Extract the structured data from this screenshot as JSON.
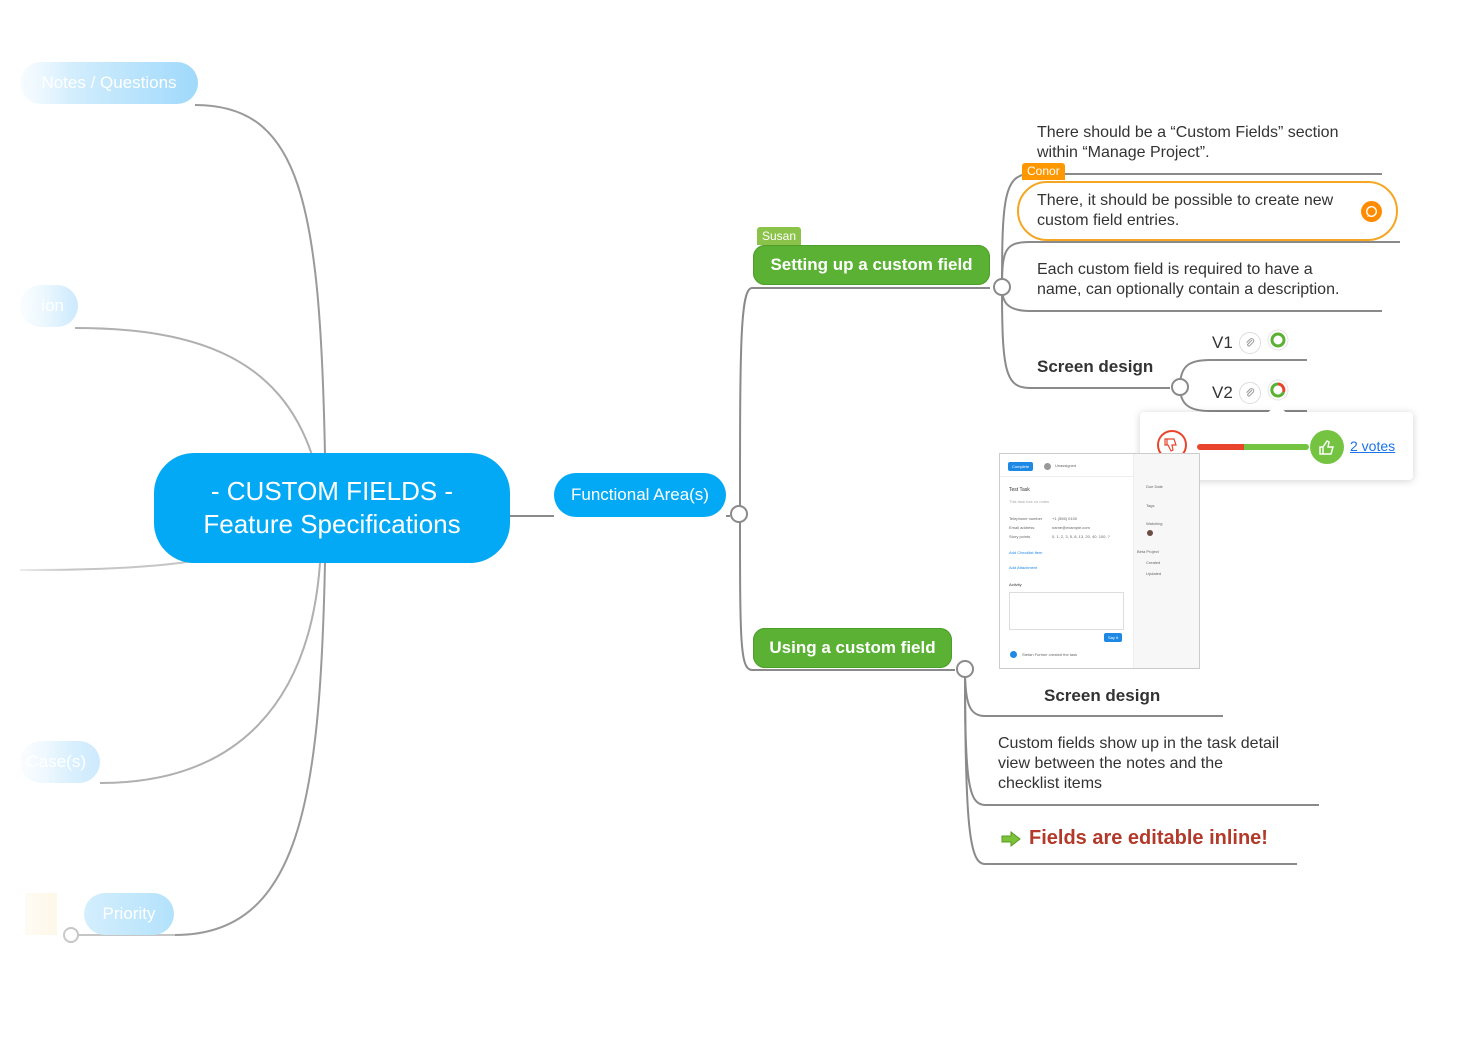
{
  "map": {
    "central_line1": "- CUSTOM FIELDS -",
    "central_line2": "Feature Specifications",
    "functional": "Functional Area(s)",
    "left_topics": {
      "notes": "Notes / Questions",
      "topic2": "ion",
      "topic3": "Case(s)",
      "priority": "Priority"
    },
    "setting_up": {
      "label": "Setting up a custom field",
      "owner_tag": "Susan",
      "note1_line1": "There should be a “Custom Fields” section",
      "note1_line2": "within “Manage Project”.",
      "note2_tag": "Conor",
      "note2_line1": "There, it should be possible to create new",
      "note2_line2": "custom field entries.",
      "note3_line1": "Each custom field is required to have a",
      "note3_line2": "name, can optionally contain a description.",
      "screen_design": "Screen design",
      "v1": "V1",
      "v2": "V2"
    },
    "vote_popup": {
      "votes_text": "2 votes",
      "negative_fraction": 0.42,
      "negative_color": "#e8452c",
      "positive_color": "#74c442"
    },
    "using": {
      "label": "Using a custom field",
      "screen_design": "Screen design",
      "note_line1": "Custom fields show up in the task detail",
      "note_line2": "view between the notes and the",
      "note_line3": "checklist items",
      "editable": "Fields are editable inline!"
    },
    "thumbnail": {
      "complete_btn": "Complete",
      "unassigned": "Unassigned",
      "task_title": "Test Task",
      "task_sub": "This task has no notes",
      "field1_label": "Telephone number",
      "field1_value": "+1 (555) 0100",
      "field2_label": "Email address",
      "field2_value": "name@example.com",
      "field3_label": "Story points",
      "field3_value": "0, 1, 2, 3, 5, 8, 13, 20, 40, 100, ?",
      "add_checklist": "Add Checklist Item",
      "add_attachment": "Add Attachment",
      "activity": "Activity",
      "say_btn": "Say it",
      "side_due": "Due Date",
      "side_tags": "Tags",
      "side_watching": "Watching",
      "side_project": "Beta Project",
      "side_created": "Created",
      "side_updated": "Updated",
      "activity_entry": "Stefan Furtner created the task"
    }
  },
  "colors": {
    "blue": "#03a9f4",
    "green": "#5ab133",
    "orange": "#ff9800",
    "editable_red": "#b33a2a"
  }
}
